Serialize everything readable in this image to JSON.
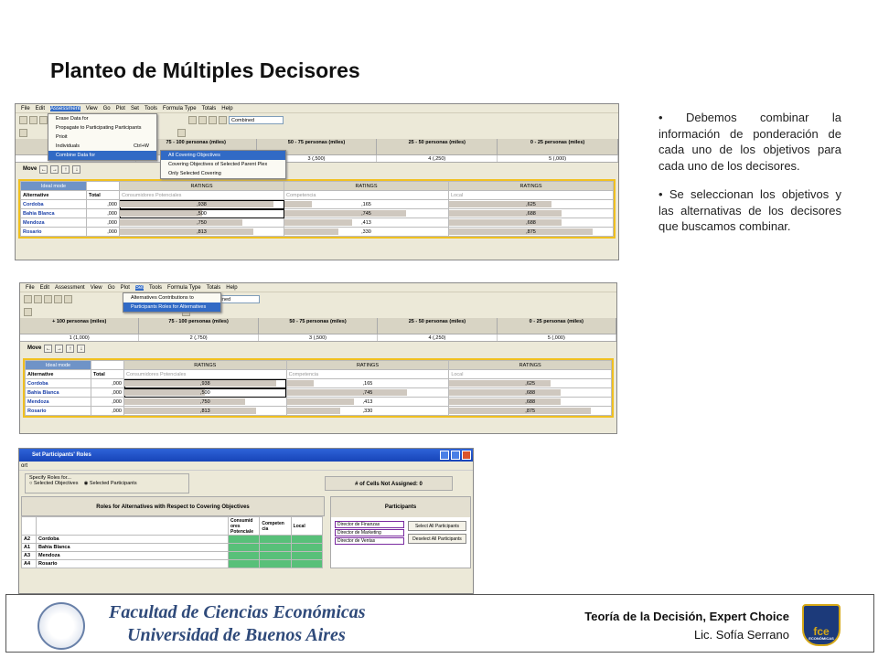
{
  "slide": {
    "title": "Planteo de Múltiples Decisores",
    "bullets": [
      "• Debemos combinar la información de ponderación de cada uno de los objetivos para cada uno de los decisores.",
      "• Se seleccionan los objetivos y las alternativas de los decisores que buscamos combinar."
    ]
  },
  "app": {
    "menu1": [
      "File",
      "Edit",
      "Assessment",
      "View",
      "Go",
      "Plot",
      "Set",
      "Tools",
      "Formula Type",
      "Totals",
      "Help"
    ],
    "menu2": [
      "File",
      "Edit",
      "Assessment",
      "View",
      "Go",
      "Plot",
      "Set",
      "Tools",
      "Formula Type",
      "Totals",
      "Help"
    ],
    "combo": "Combined",
    "alternative_headers": [
      "+ 100 personas (miles)",
      "75 - 100 personas (miles)",
      "50 - 75 personas (miles)",
      "25 - 50 personas (miles)",
      "0 - 25 personas (miles)"
    ],
    "alternative_values": [
      "1 (1,000)",
      "2 (,750)",
      "3 (,500)",
      "4 (,250)",
      "5 (,000)"
    ],
    "move_label": "Move",
    "ideal_mode": "Ideal mode",
    "ratings": "RATINGS",
    "col_alternative": "Alternative",
    "col_total": "Total",
    "criteria": [
      "Consumidores Potenciales",
      "Competencia",
      "Local"
    ],
    "rows": [
      {
        "name": "Cordoba",
        "total": ",000",
        "values": [
          ",938",
          ",165",
          ",625"
        ],
        "levels": [
          0.938,
          0.165,
          0.625
        ]
      },
      {
        "name": "Bahia Blanca",
        "total": ",000",
        "values": [
          ",500",
          ",745",
          ",688"
        ],
        "levels": [
          0.5,
          0.745,
          0.688
        ]
      },
      {
        "name": "Mendoza",
        "total": ",000",
        "values": [
          ",750",
          ",413",
          ",688"
        ],
        "levels": [
          0.75,
          0.413,
          0.688
        ]
      },
      {
        "name": "Rosario",
        "total": ",000",
        "values": [
          ",813",
          ",330",
          ",875"
        ],
        "levels": [
          0.813,
          0.33,
          0.875
        ]
      }
    ],
    "assessment_menu": [
      "Erase Data for",
      "Propagate to Participating Participants",
      "Prioit",
      "Individuals",
      "Combine Data for"
    ],
    "assessment_shortcut": "Ctrl+W",
    "combine_submenu": [
      "All Covering Objectives",
      "Covering Objectives of Selected Parent Plex",
      "Only Selected Covering"
    ],
    "set_menu": [
      "Alternatives Contributions to",
      "Participants Roles for Alternatives"
    ]
  },
  "dialog": {
    "title": "Set Participants' Roles",
    "menu": "ort",
    "specify": "Specify Roles for...",
    "radio1": "Selected Objectives",
    "radio2": "Selected Participants",
    "cells_not_assigned": "# of Cells Not Assigned: 0",
    "roles_heading": "Roles for Alternatives with Respect to Covering Objectives",
    "participants_heading": "Participants",
    "role_cols": [
      "Consumid ores Potenciale",
      "Competen cia",
      "Local"
    ],
    "role_rows": [
      {
        "id": "A2",
        "name": "Cordoba"
      },
      {
        "id": "A1",
        "name": "Bahia Blanca"
      },
      {
        "id": "A3",
        "name": "Mendoza"
      },
      {
        "id": "A4",
        "name": "Rosario"
      }
    ],
    "participants": [
      "Director de Finanzas",
      "Director de Marketing",
      "Director de Ventas"
    ],
    "select_all": "Select All Participants",
    "deselect_all": "Deselect All Participants"
  },
  "footer": {
    "faculty": "Facultad de Ciencias Económicas",
    "university": "Universidad de Buenos Aires",
    "course": "Teoría de la Decisión, Expert Choice",
    "teacher": "Lic. Sofía Serrano",
    "logo": "fce",
    "logo_sub": "ECONÓMICAS"
  }
}
